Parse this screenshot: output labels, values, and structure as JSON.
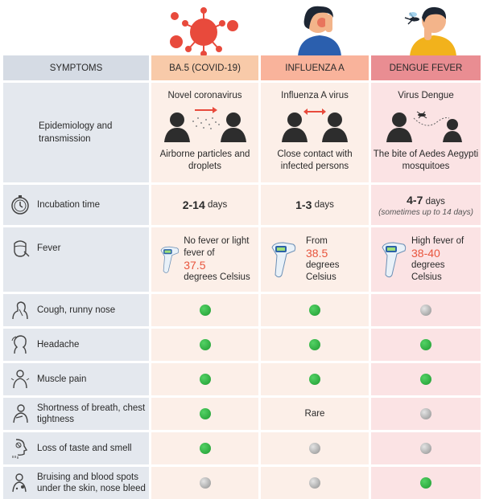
{
  "colors": {
    "header_symptoms": "#d5dbe4",
    "header_covid": "#f8caa9",
    "header_flu": "#f9b39b",
    "header_dengue": "#e98d92",
    "present": "#2fb342",
    "absent": "#b5b5b5",
    "highlight": "#e8553d"
  },
  "icons": [
    "virus-icon",
    "sick-woman-icon",
    "mosquito-man-icon",
    "stopwatch-icon",
    "fever-face-icon",
    "cough-icon",
    "headache-icon",
    "muscle-pain-icon",
    "breathing-icon",
    "taste-smell-icon",
    "bruise-icon",
    "thermometer-icon"
  ],
  "header": {
    "symptoms": "SYMPTOMS",
    "covid": "BA.5 (COVID-19)",
    "flu": "INFLUENZA A",
    "dengue": "DENGUE FEVER"
  },
  "epidemiology": {
    "label": "Epidemiology and transmission",
    "covid": {
      "title": "Novel coronavirus",
      "desc": "Airborne particles and droplets"
    },
    "flu": {
      "title": "Influenza A virus",
      "desc": "Close contact with infected persons"
    },
    "dengue": {
      "title": "Virus Dengue",
      "desc": "The bite of Aedes Aegypti mosquitoes"
    }
  },
  "incubation": {
    "label": "Incubation time",
    "covid": {
      "range": "2-14",
      "unit": "days"
    },
    "flu": {
      "range": "1-3",
      "unit": "days"
    },
    "dengue": {
      "range": "4-7",
      "unit": "days",
      "note": "(sometimes up to 14 days)"
    }
  },
  "fever": {
    "label": "Fever",
    "covid": {
      "pre": "No fever or light fever of",
      "value": "37.5",
      "post": "degrees Celsius"
    },
    "flu": {
      "pre": "From",
      "value": "38.5",
      "post": "degrees Celsius"
    },
    "dengue": {
      "pre": "High fever of",
      "value": "38-40",
      "post": "degrees Celsius"
    }
  },
  "symptom_rows": [
    {
      "label": "Cough, runny nose",
      "covid": "present",
      "flu": "present",
      "dengue": "absent"
    },
    {
      "label": "Headache",
      "covid": "present",
      "flu": "present",
      "dengue": "present"
    },
    {
      "label": "Muscle pain",
      "covid": "present",
      "flu": "present",
      "dengue": "present"
    },
    {
      "label": "Shortness of breath, chest tightness",
      "covid": "present",
      "flu": "Rare",
      "dengue": "absent"
    },
    {
      "label": "Loss of taste and smell",
      "covid": "present",
      "flu": "absent",
      "dengue": "absent"
    },
    {
      "label": "Bruising and blood spots under the skin, nose bleed",
      "covid": "absent",
      "flu": "absent",
      "dengue": "present"
    }
  ]
}
